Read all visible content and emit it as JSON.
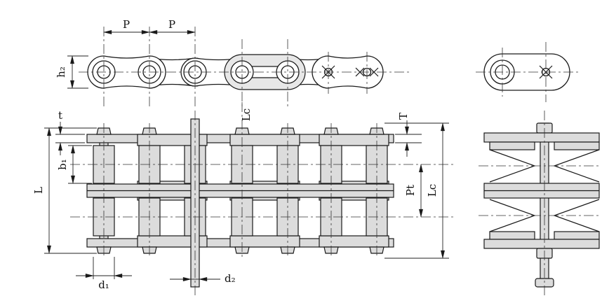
{
  "drawing": {
    "title": "duplex-roller-chain-dimension-drawing",
    "colors": {
      "line": "#1a1a1a",
      "part_fill": "#dcdcdc",
      "background": "#ffffff"
    },
    "labels": {
      "pitch_left": "P",
      "pitch_right": "P",
      "h2": "h₂",
      "t": "t",
      "L": "L",
      "b1": "b₁",
      "d1": "d₁",
      "d2": "d₂",
      "lc_top": "Lc",
      "T": "T",
      "pt": "Pt",
      "lc_right": "Lc"
    }
  }
}
